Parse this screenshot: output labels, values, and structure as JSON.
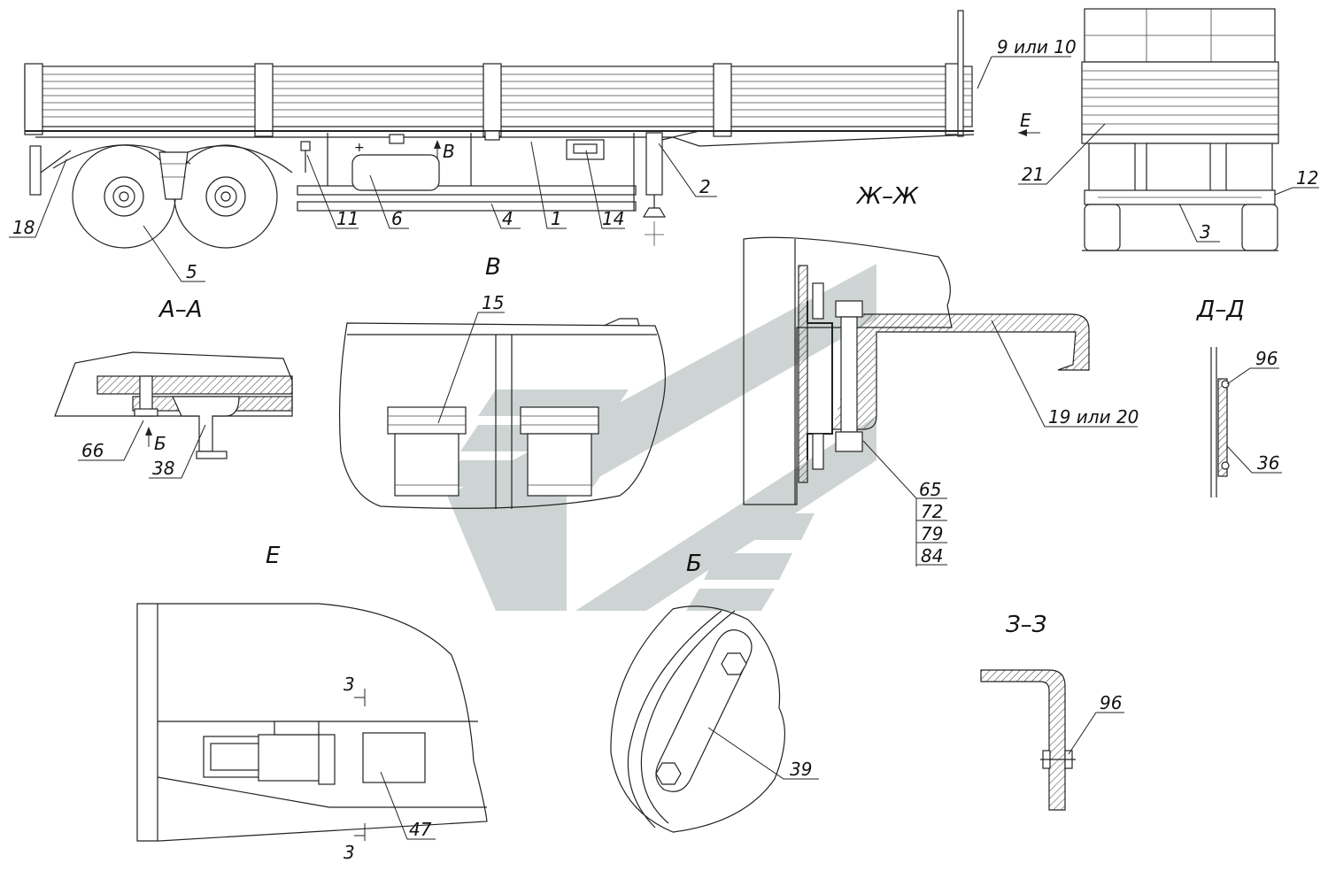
{
  "title": "",
  "watermark": {
    "color": "#c9d0cf"
  },
  "views": {
    "side": {
      "callouts": [
        {
          "id": "c-9-10",
          "text": "9 или 10"
        },
        {
          "id": "c-18",
          "text": "18"
        },
        {
          "id": "c-5",
          "text": "5"
        },
        {
          "id": "c-11",
          "text": "11"
        },
        {
          "id": "c-6",
          "text": "6"
        },
        {
          "id": "c-4",
          "text": "4"
        },
        {
          "id": "c-1",
          "text": "1"
        },
        {
          "id": "c-14",
          "text": "14"
        },
        {
          "id": "c-2",
          "text": "2"
        },
        {
          "id": "c-view-v",
          "text": "В"
        }
      ]
    },
    "rear": {
      "callouts": [
        {
          "id": "c-21",
          "text": "21"
        },
        {
          "id": "c-12",
          "text": "12"
        },
        {
          "id": "c-3",
          "text": "3"
        },
        {
          "id": "c-view-e",
          "text": "Е"
        }
      ]
    },
    "section_aa": {
      "title": "А–А",
      "callouts": [
        {
          "id": "c-66",
          "text": "66"
        },
        {
          "id": "c-38",
          "text": "38"
        },
        {
          "id": "c-b-arrow",
          "text": "Б"
        }
      ]
    },
    "view_v": {
      "title": "В",
      "callouts": [
        {
          "id": "c-15",
          "text": "15"
        }
      ]
    },
    "section_zhzh": {
      "title": "Ж–Ж",
      "callouts": [
        {
          "id": "c-19-20",
          "text": "19 или 20"
        },
        {
          "id": "c-65",
          "text": "65"
        },
        {
          "id": "c-72",
          "text": "72"
        },
        {
          "id": "c-79",
          "text": "79"
        },
        {
          "id": "c-84",
          "text": "84"
        }
      ]
    },
    "section_dd": {
      "title": "Д–Д",
      "callouts": [
        {
          "id": "c-96a",
          "text": "96"
        },
        {
          "id": "c-36",
          "text": "36"
        }
      ]
    },
    "view_e": {
      "title": "Е",
      "callouts": [
        {
          "id": "c-47",
          "text": "47"
        },
        {
          "id": "c-3-top",
          "text": "3"
        },
        {
          "id": "c-3-bot",
          "text": "3"
        }
      ]
    },
    "view_b": {
      "title": "Б",
      "callouts": [
        {
          "id": "c-39",
          "text": "39"
        }
      ]
    },
    "section_zz": {
      "title": "З–З",
      "callouts": [
        {
          "id": "c-96b",
          "text": "96"
        }
      ]
    }
  }
}
